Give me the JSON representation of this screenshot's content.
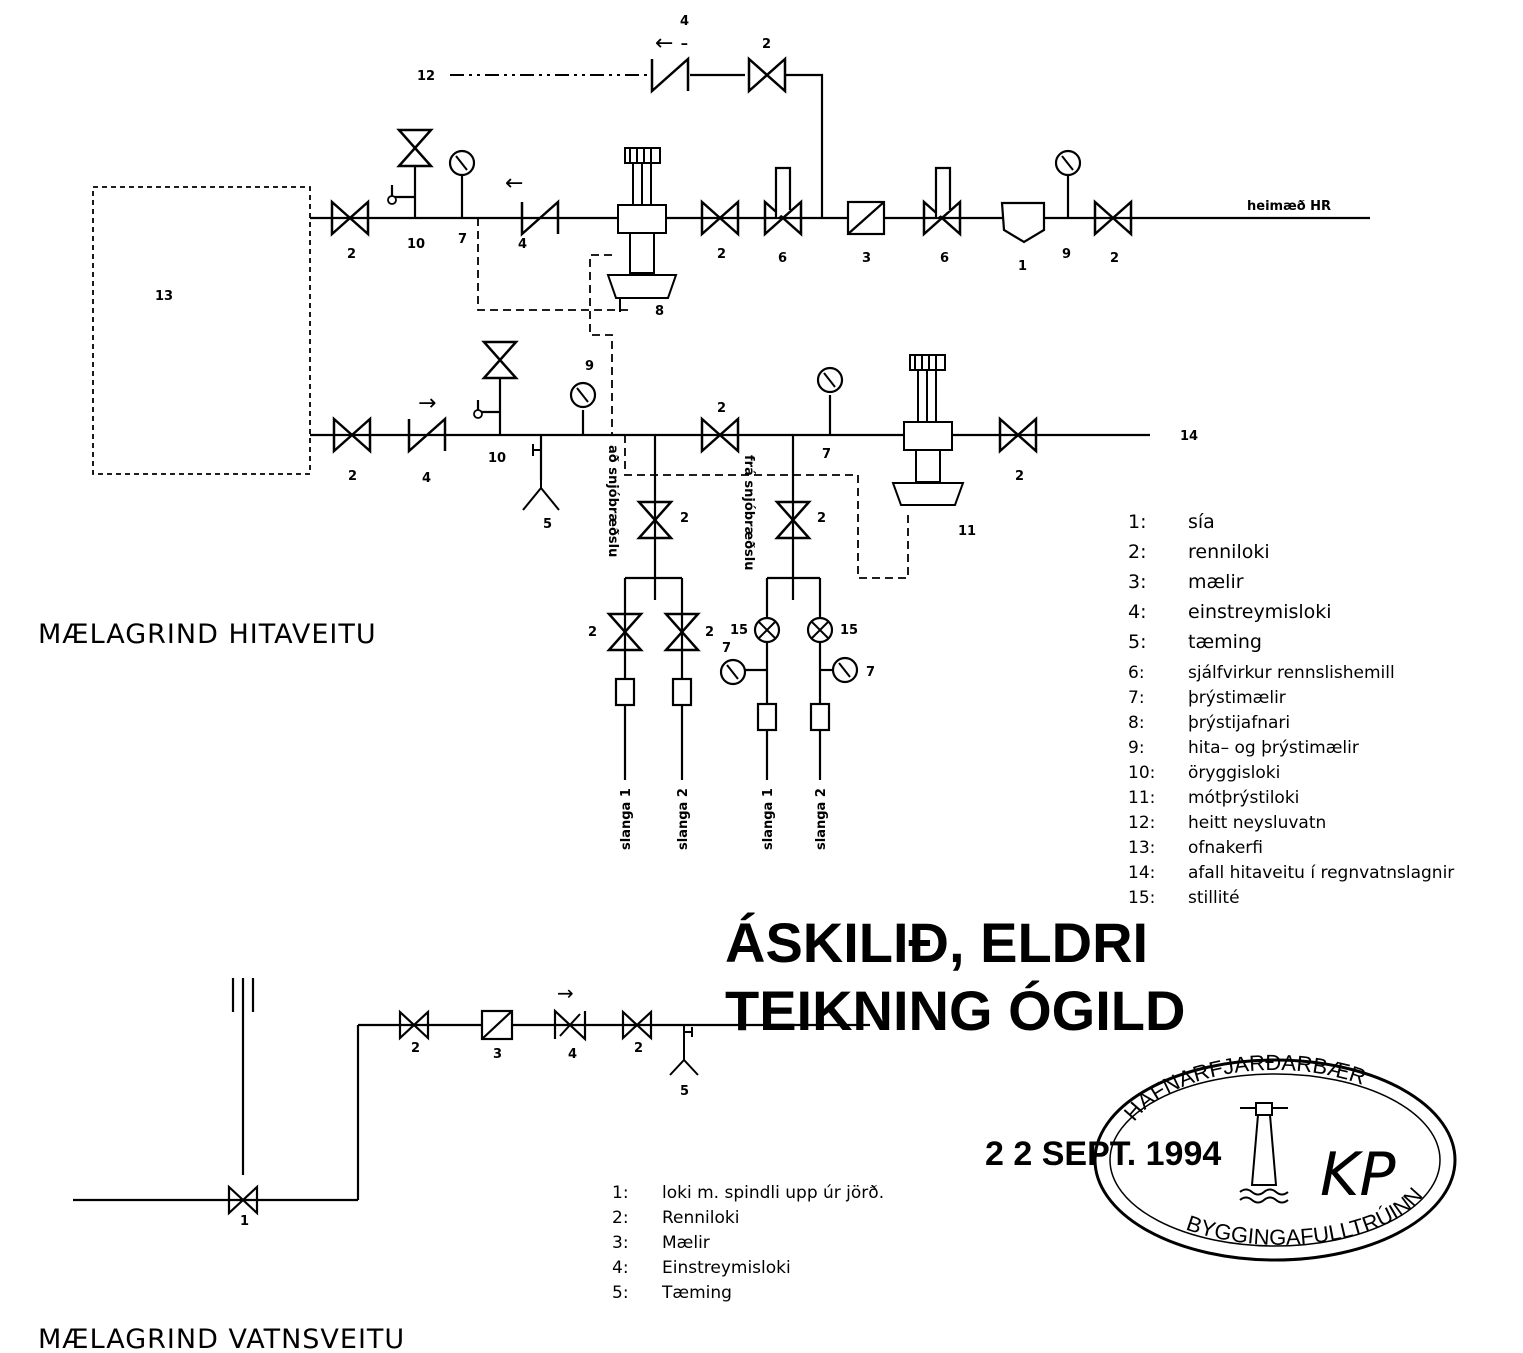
{
  "titles": {
    "hitaveita": "MÆLAGRIND HITAVEITU",
    "vatnsveita": "MÆLAGRIND VATNSVEITU"
  },
  "labels": {
    "heimaed": "heimæð HR",
    "n1": "1",
    "n2": "2",
    "n3": "3",
    "n4": "4",
    "n5": "5",
    "n6": "6",
    "n7": "7",
    "n8": "8",
    "n9": "9",
    "n10": "10",
    "n11": "11",
    "n12": "12",
    "n13": "13",
    "n14": "14",
    "n15": "15",
    "ad_snjobraedslu": "að snjóbræðslu",
    "fra_snjobraedslu": "frá snjóbræðslu",
    "slanga1": "slanga 1",
    "slanga2": "slanga 2"
  },
  "legend_hitaveita": [
    {
      "n": "1:",
      "t": "sía"
    },
    {
      "n": "2:",
      "t": "renniloki"
    },
    {
      "n": "3:",
      "t": "mælir"
    },
    {
      "n": "4:",
      "t": "einstreymisloki"
    },
    {
      "n": "5:",
      "t": "tæming"
    },
    {
      "n": "6:",
      "t": "sjálfvirkur rennslishemill"
    },
    {
      "n": "7:",
      "t": "þrýstimælir"
    },
    {
      "n": "8:",
      "t": "þrýstijafnari"
    },
    {
      "n": "9:",
      "t": "hita– og þrýstimælir"
    },
    {
      "n": "10:",
      "t": "öryggisloki"
    },
    {
      "n": "11:",
      "t": "mótþrýstiloki"
    },
    {
      "n": "12:",
      "t": "heitt neysluvatn"
    },
    {
      "n": "13:",
      "t": "ofnakerfi"
    },
    {
      "n": "14:",
      "t": "afall hitaveitu í regnvatnslagnir"
    },
    {
      "n": "15:",
      "t": "stillité"
    }
  ],
  "legend_vatnsveita": [
    {
      "n": "1:",
      "t": "loki m. spindli upp úr jörð."
    },
    {
      "n": "2:",
      "t": "Renniloki"
    },
    {
      "n": "3:",
      "t": "Mælir"
    },
    {
      "n": "4:",
      "t": "Einstreymisloki"
    },
    {
      "n": "5:",
      "t": "Tæming"
    }
  ],
  "stamp": {
    "line1": "ÁSKILIÐ, ELDRI",
    "line2": "TEIKNING ÓGILD",
    "date": "2 2 SEPT. 1994",
    "ring_top": "HAFNARFJARÐARBÆR",
    "ring_bottom": "BYGGINGAFULLTRÚINN",
    "signature": "KP"
  }
}
